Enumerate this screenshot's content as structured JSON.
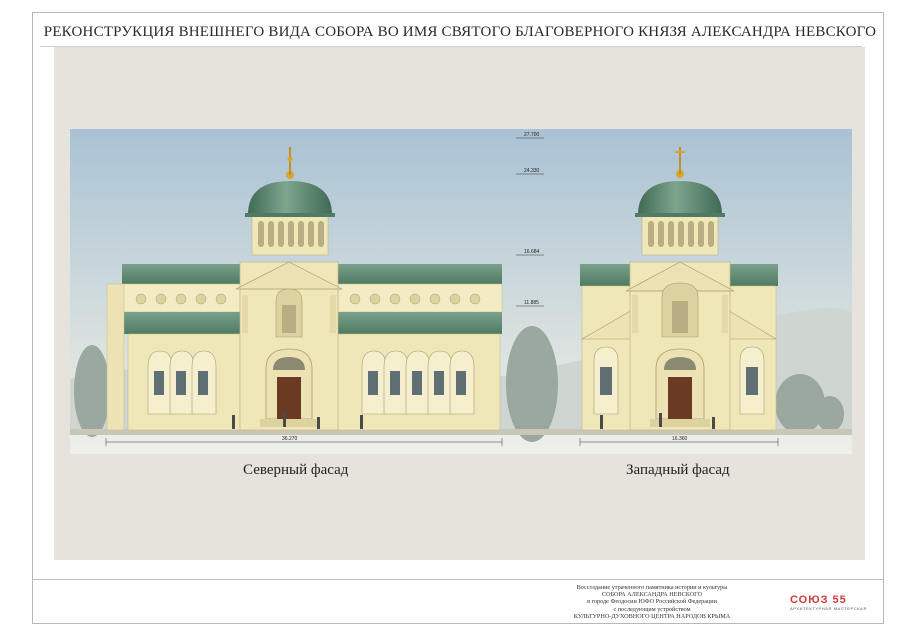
{
  "title": "РЕКОНСТРУКЦИЯ ВНЕШНЕГО ВИДА СОБОРА ВО ИМЯ СВЯТОГО БЛАГОВЕРНОГО КНЯЗЯ АЛЕКСАНДРА НЕВСКОГО",
  "facades": {
    "north_caption": "Северный фасад",
    "west_caption": "Западный фасад"
  },
  "elevation_marks": [
    "27.700",
    "24.330",
    "16.684",
    "11.885"
  ],
  "dimensions": {
    "north_width": "36.270",
    "west_width": "16.360"
  },
  "footer": {
    "lines": [
      "Воссоздание утраченного памятника истории и культуры",
      "СОБОРА АЛЕКСАНДРА НЕВСКОГО",
      "в городе Феодосии ЮФО Российской Федерации",
      "с последующим устройством",
      "КУЛЬТУРНО-ДУХОВНОГО ЦЕНТРА НАРОДОВ КРЫМА"
    ]
  },
  "logo": {
    "mark": "СОЮЗ 55",
    "subtitle": "АРХИТЕКТУРНАЯ МАСТЕРСКАЯ"
  },
  "colors": {
    "sky_top": "#a9c2d4",
    "sky_bottom": "#eef0ea",
    "wall": "#f0e7b8",
    "wall_shade": "#ddd3a1",
    "roof_green": "#5f8a72",
    "dome_green": "#4f7a63",
    "door": "#6b3a22",
    "gold": "#d9a62b"
  }
}
